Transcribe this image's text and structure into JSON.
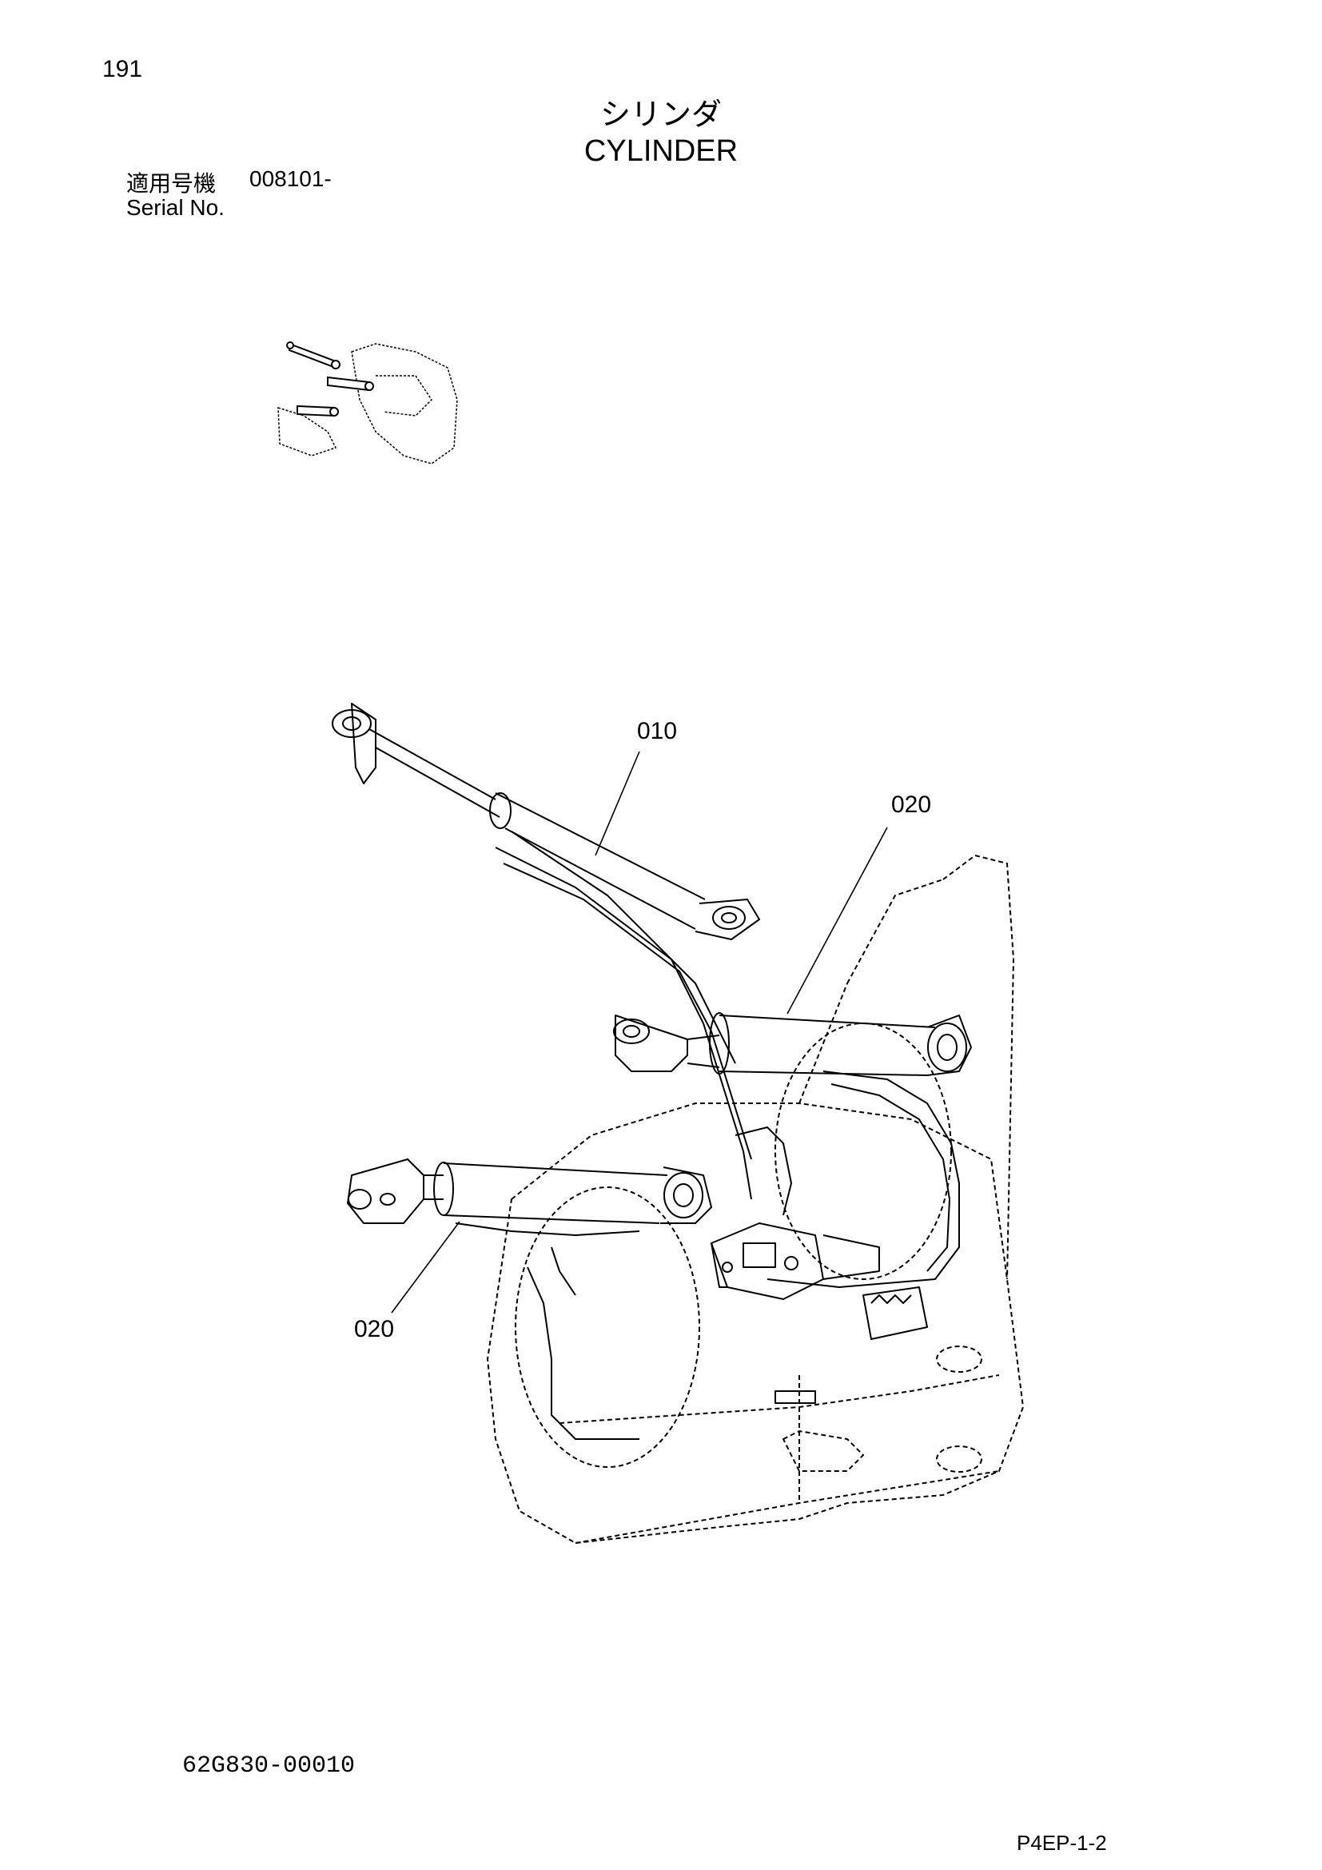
{
  "header": {
    "page_number": "191",
    "title_ja": "シリンダ",
    "title_en": "CYLINDER",
    "serial_label_ja": "適用号機",
    "serial_value": "008101-",
    "serial_label_en": "Serial No."
  },
  "callouts": [
    "010",
    "020",
    "020"
  ],
  "footer": {
    "drawing_number": "62G830-00010",
    "page_code": "P4EP-1-2"
  }
}
